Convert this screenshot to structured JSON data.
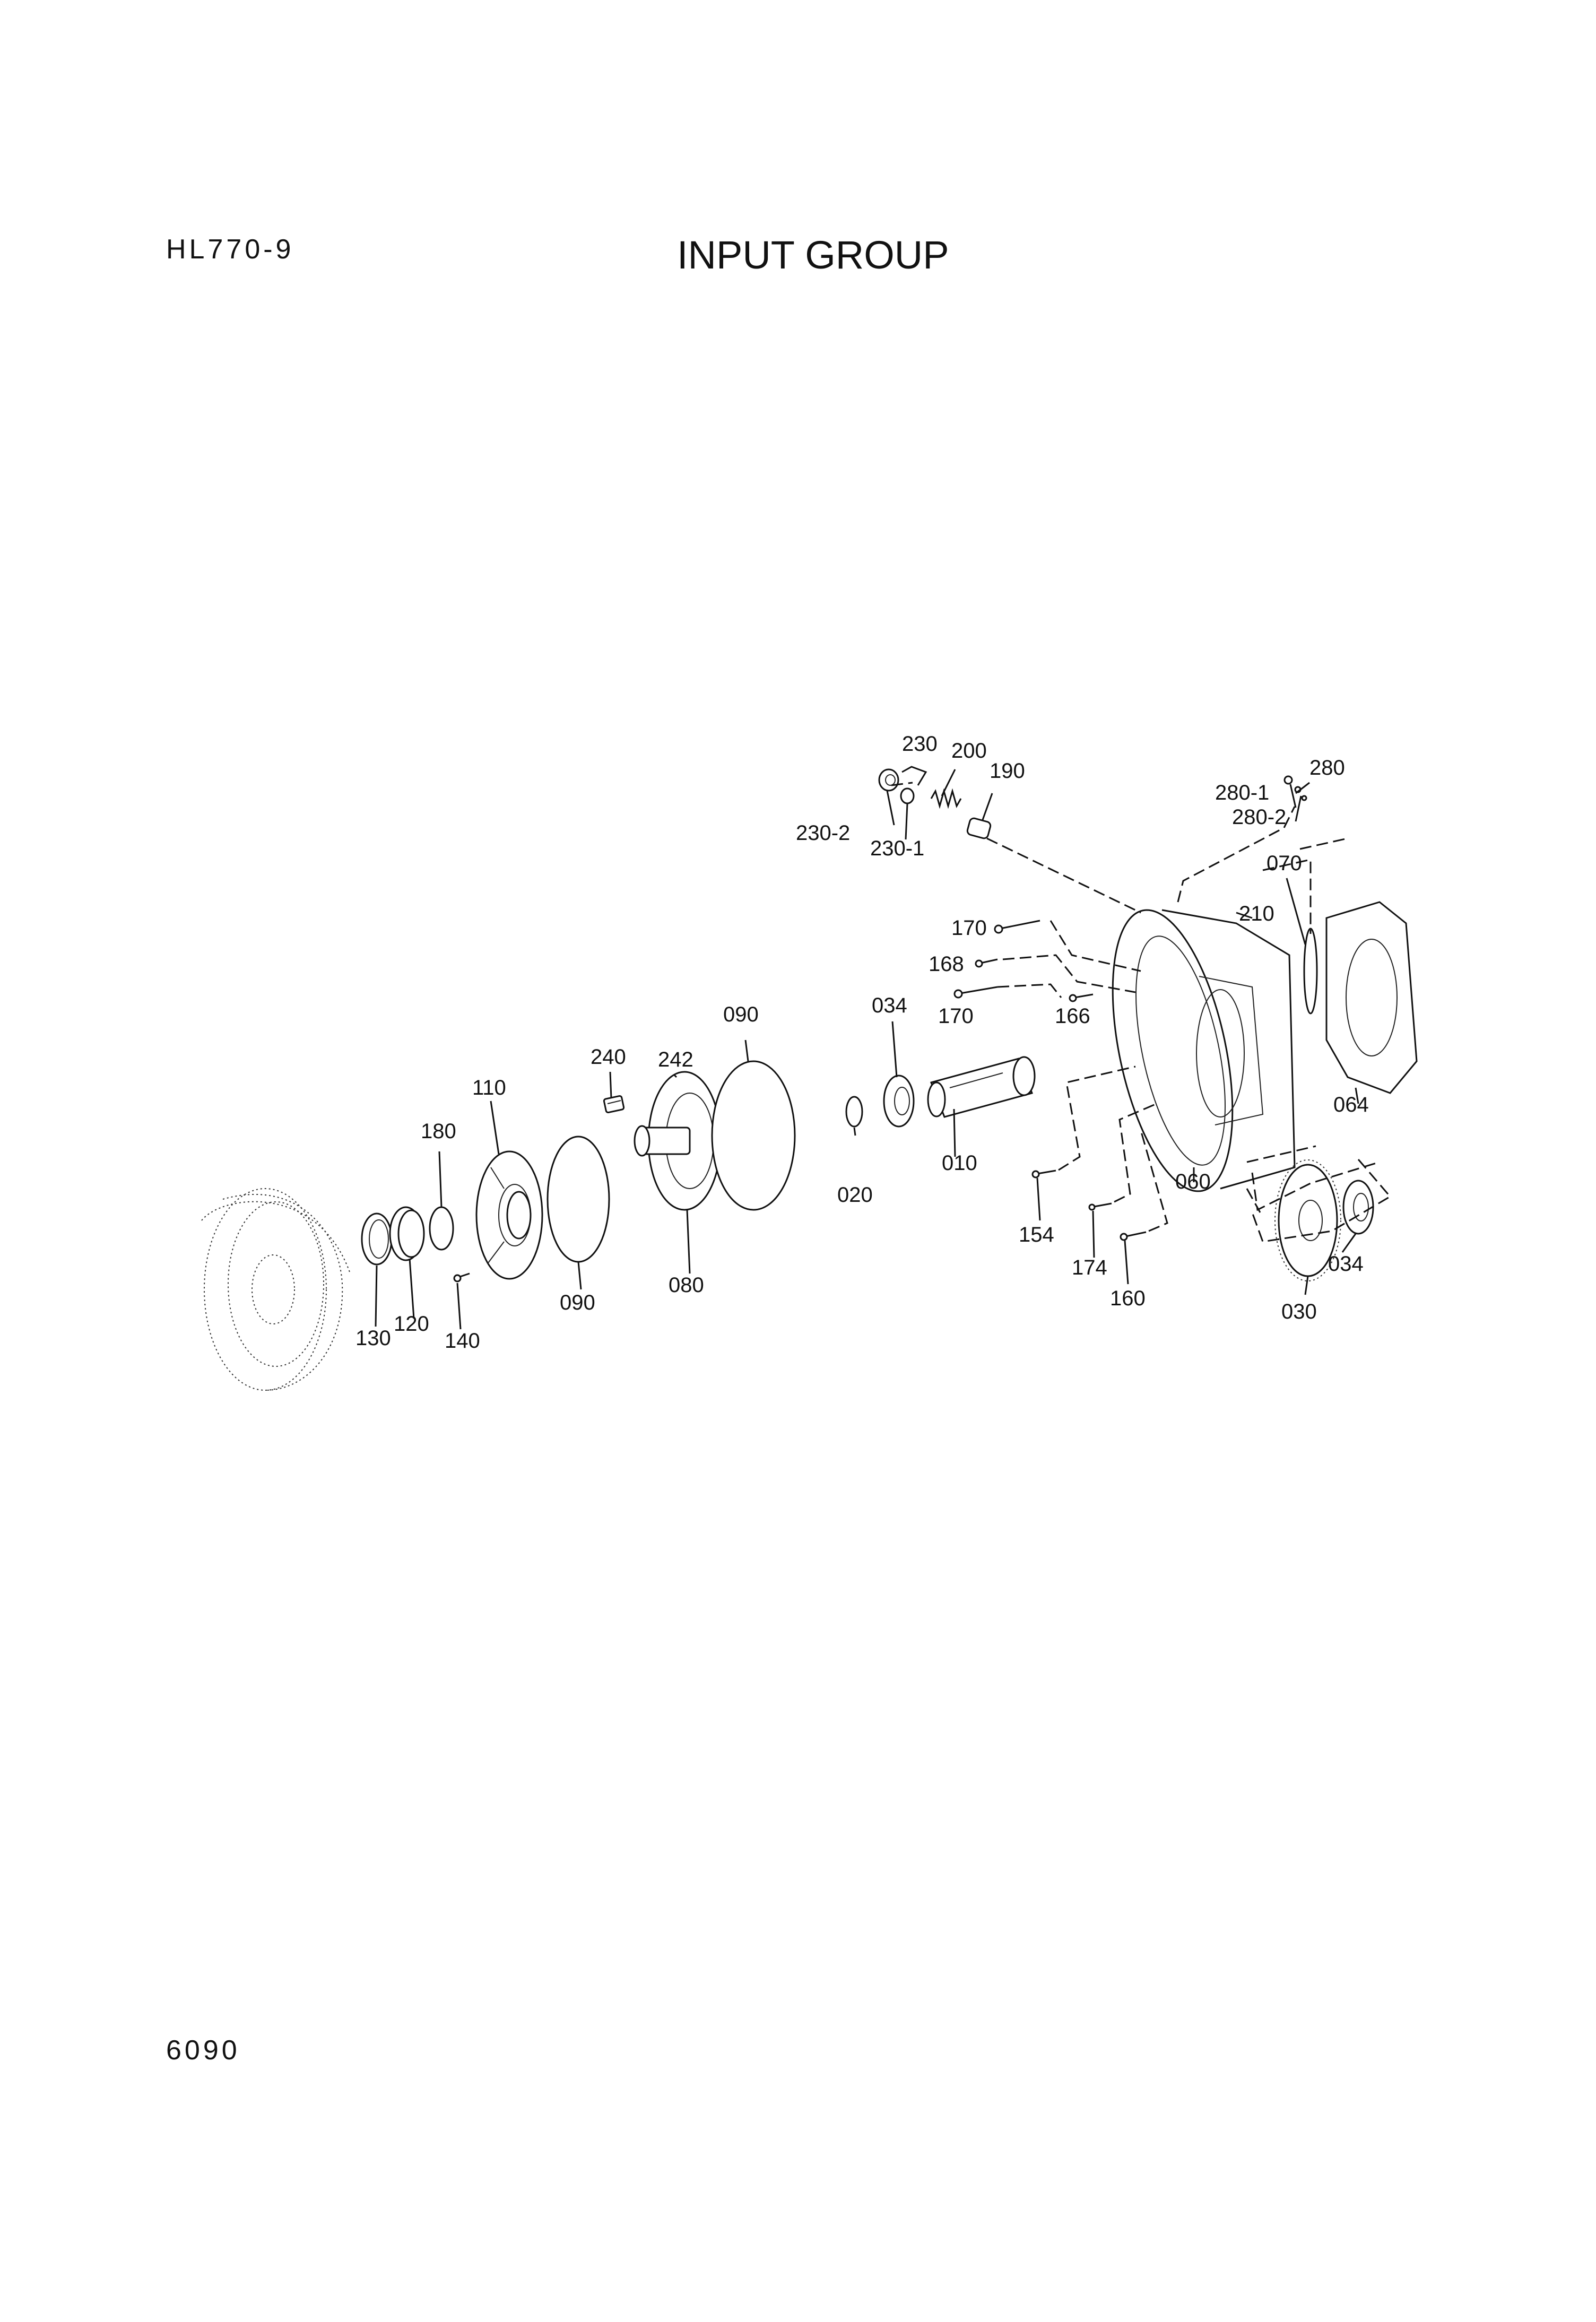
{
  "header": {
    "model": "HL770-9",
    "title": "INPUT GROUP"
  },
  "footer": {
    "page_number": "6090"
  },
  "callouts": {
    "c230": "230",
    "c200": "200",
    "c190": "190",
    "c230_2": "230-2",
    "c230_1": "230-1",
    "c280": "280",
    "c280_1": "280-1",
    "c280_2": "280-2",
    "c070": "070",
    "c210": "210",
    "c170a": "170",
    "c168": "168",
    "c170b": "170",
    "c166": "166",
    "c034a": "034",
    "c090a": "090",
    "c240": "240",
    "c242": "242",
    "c110": "110",
    "c180": "180",
    "c020": "020",
    "c010": "010",
    "c064": "064",
    "c060": "060",
    "c154": "154",
    "c174": "174",
    "c160": "160",
    "c030": "030",
    "c034b": "034",
    "c090b": "090",
    "c080": "080",
    "c130": "130",
    "c120": "120",
    "c140": "140"
  }
}
